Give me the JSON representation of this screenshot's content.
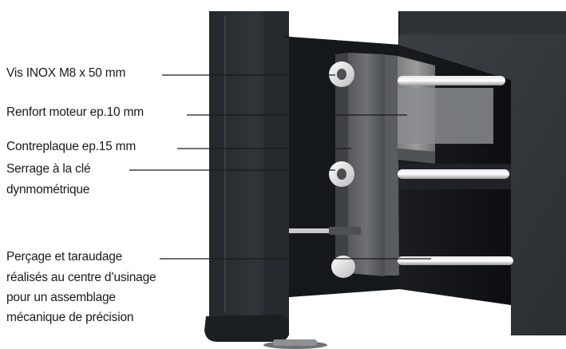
{
  "labels": {
    "screw": "Vis INOX M8 x 50 mm",
    "reinforcement": "Renfort moteur ep.10 mm",
    "plywood": "Contreplaque ep.15 mm",
    "torque_line1": "Serrage à la clé",
    "torque_line2": "dynmométrique",
    "drilling_line1": "Perçage et taraudage",
    "drilling_line2": "réalisés au centre d’usinage",
    "drilling_line3": "pour un assemblage",
    "drilling_line4": "mécanique de précision"
  },
  "colors": {
    "frame_dark": "#2b2f33",
    "frame_light": "#3b4045",
    "cavity": "#141619",
    "plate": "#6c6e70",
    "steel": "#8c8e90",
    "text": "#1a1a1a",
    "leader": "#1a1a1a"
  }
}
